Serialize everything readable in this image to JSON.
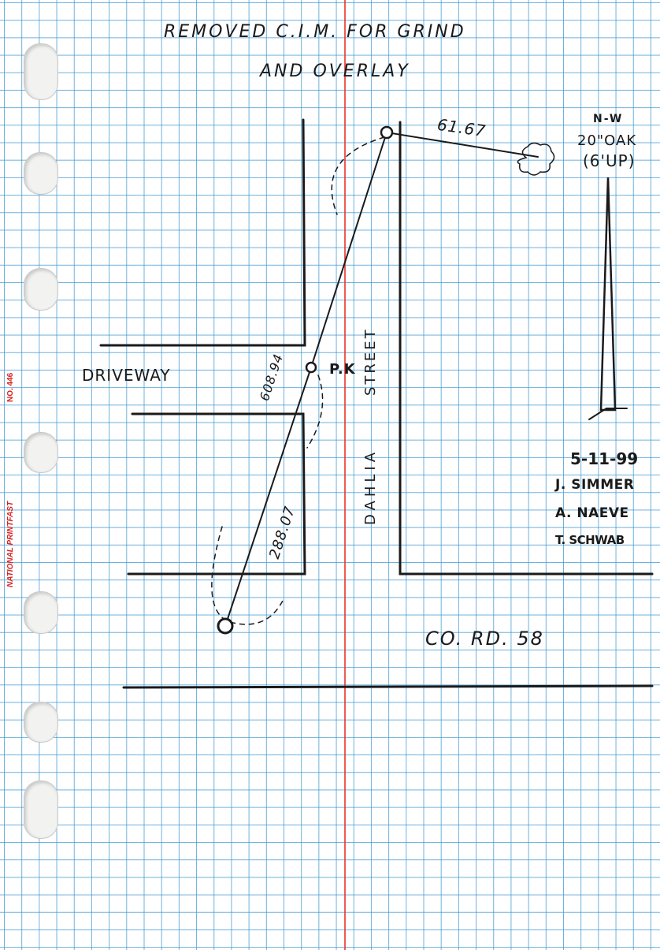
{
  "notes": {
    "title_line1": "REMOVED C.I.M. FOR GRIND",
    "title_line2": "AND OVERLAY",
    "north_label": "N-W",
    "tree_label": "20\"OAK",
    "tree_sub": "(6'UP)",
    "dist_tree": "61.67",
    "dist_upper": "608.94",
    "dist_lower": "288.07",
    "pk_label": "P.K",
    "street_label": "STREET",
    "street_name": "DAHLIA",
    "driveway_label": "DRIVEWAY",
    "road_label": "CO. RD. 58",
    "date": "5-11-99",
    "crew": [
      "J. SIMMER",
      "A. NAEVE",
      "T. SCHWAB"
    ]
  },
  "margin": {
    "pad_number": "NO. 446",
    "brand": "NATIONAL PRINTFAST"
  },
  "colors": {
    "grid": "#3c96d2",
    "margin_line": "#e8332e",
    "ink": "#1a1a1a",
    "brand_red": "#d8231f"
  }
}
